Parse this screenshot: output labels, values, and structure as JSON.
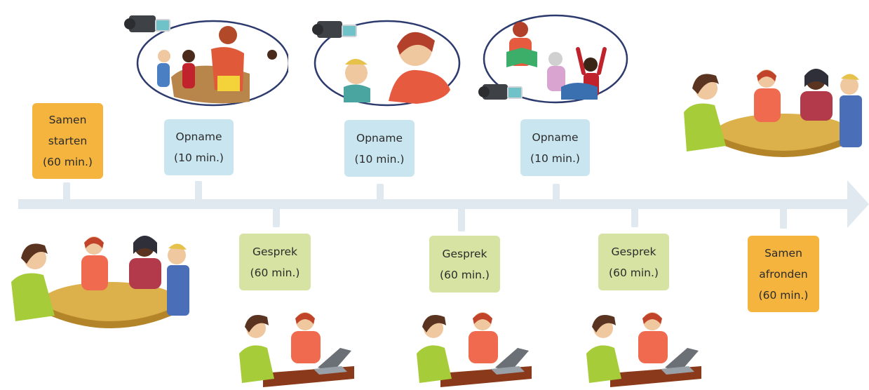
{
  "timeline": {
    "steps": [
      {
        "lines": [
          "Samen",
          "starten",
          "(60 min.)"
        ]
      },
      {
        "lines": [
          "Opname",
          "(10 min.)"
        ]
      },
      {
        "lines": [
          "Gesprek",
          "(60 min.)"
        ]
      },
      {
        "lines": [
          "Opname",
          "(10 min.)"
        ]
      },
      {
        "lines": [
          "Gesprek",
          "(60 min.)"
        ]
      },
      {
        "lines": [
          "Opname",
          "(10 min.)"
        ]
      },
      {
        "lines": [
          "Gesprek",
          "(60 min.)"
        ]
      },
      {
        "lines": [
          "Samen",
          "afronden",
          "(60 min.)"
        ]
      }
    ]
  },
  "colors": {
    "session": "#f4b43e",
    "recording": "#c9e6f0",
    "conversation": "#d6e3a2",
    "timeline": "#e0e9ef"
  },
  "illustrations": {
    "group_meeting": "group-meeting-illustration",
    "video_camera": "video-camera-icon",
    "laptop_talk": "laptop-conversation-illustration"
  }
}
